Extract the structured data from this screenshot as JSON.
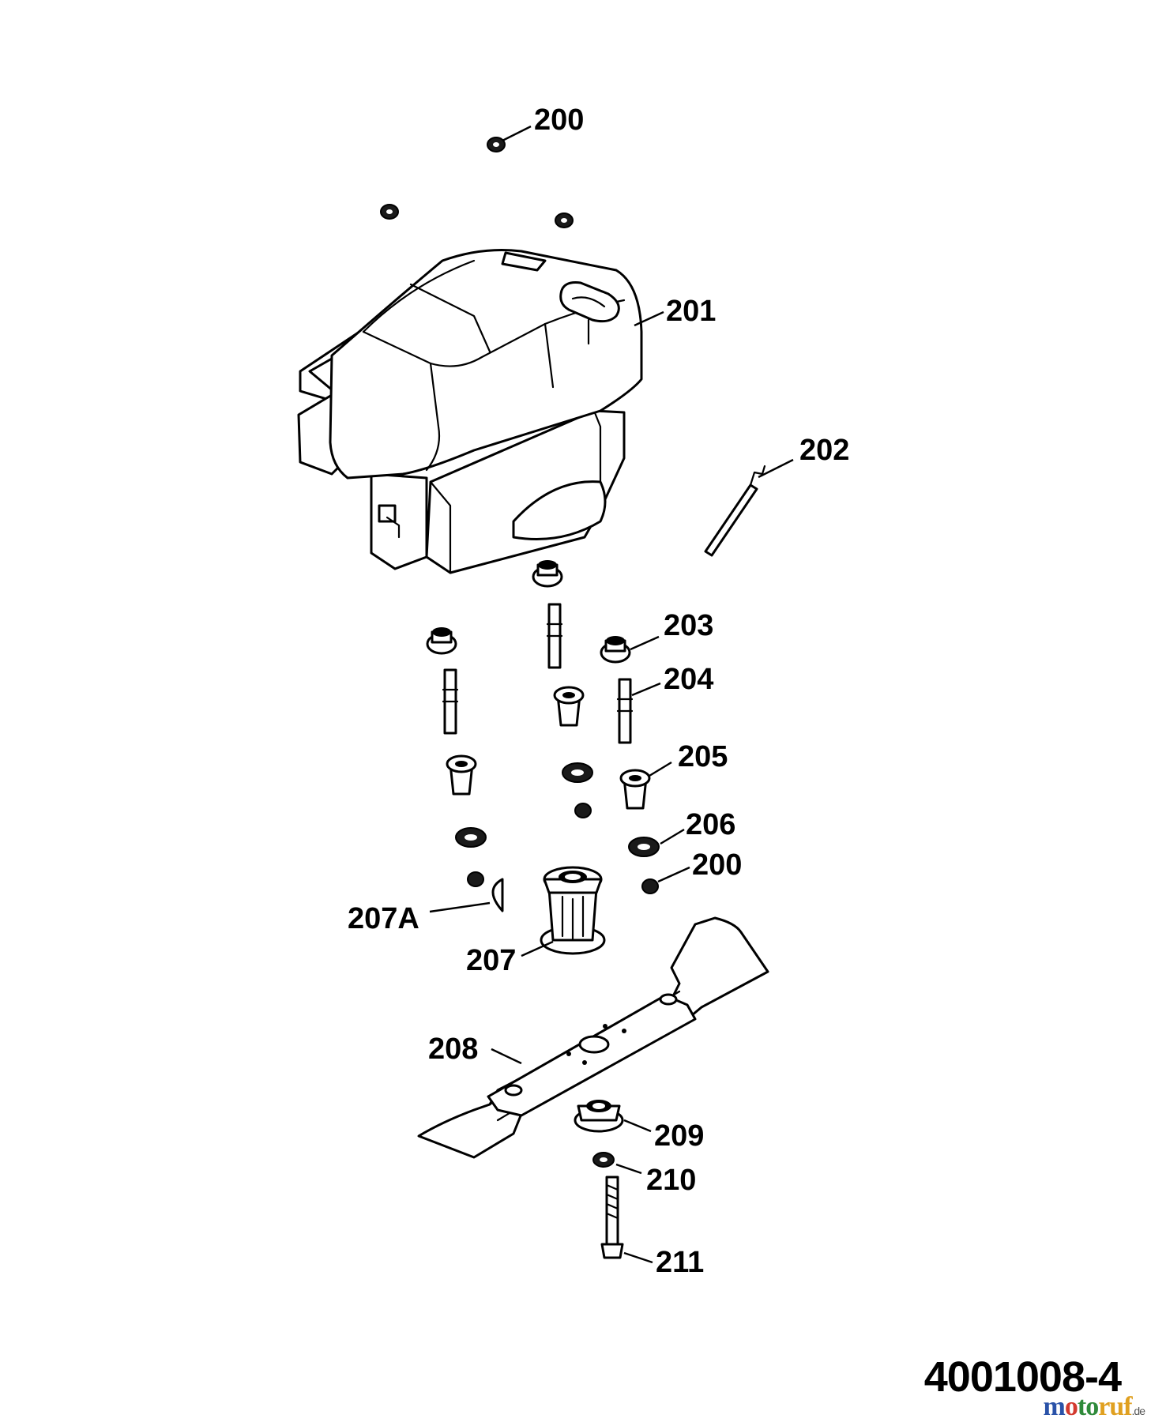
{
  "diagram": {
    "document_number": "4001008-4",
    "watermark": {
      "part1": "m",
      "part2": "o",
      "part3": "to",
      "part4": "ruf",
      "tld": ".de"
    },
    "callouts": {
      "c200_top": "200",
      "c201": "201",
      "c202": "202",
      "c203": "203",
      "c204": "204",
      "c205": "205",
      "c206": "206",
      "c200_bottom": "200",
      "c207a": "207A",
      "c207": "207",
      "c208": "208",
      "c209": "209",
      "c210": "210",
      "c211": "211"
    }
  }
}
